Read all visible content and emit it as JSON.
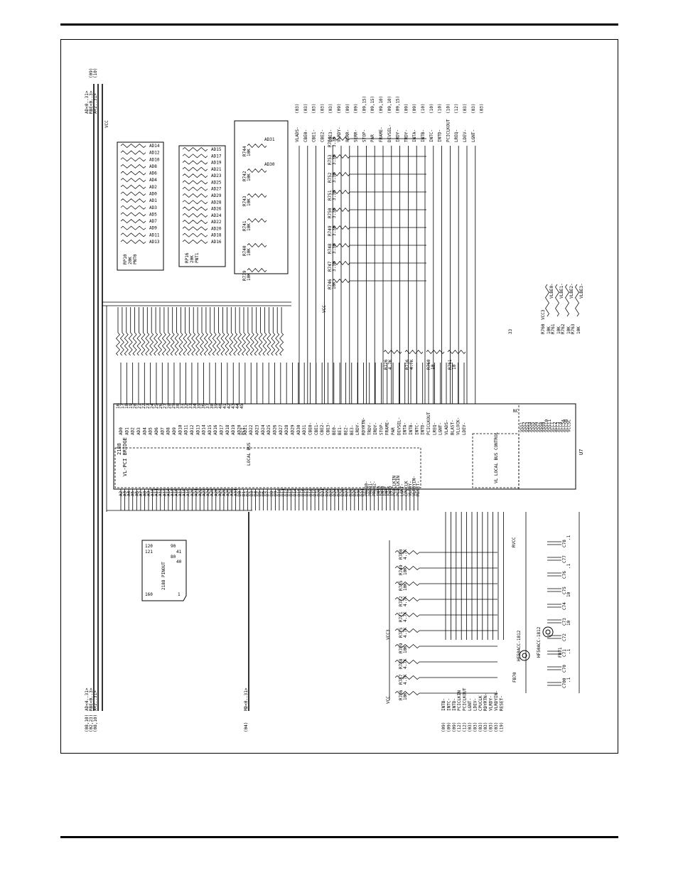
{
  "chip": {
    "name": "2188",
    "title": "VL-PCI BRIDGE",
    "ref": "U7",
    "pinout_label": "2188 PINOUT",
    "pinout_corners": [
      "120",
      "121",
      "160",
      "1",
      "90",
      "41",
      "80",
      "40"
    ],
    "sections": [
      "LOCAL BUS",
      "VL LOCAL BUS CONTROL"
    ],
    "local_bus_note": "PCI"
  },
  "left_pins": [
    "AD0",
    "AD1",
    "AD2",
    "AD3",
    "AD4",
    "AD5",
    "AD6",
    "AD7",
    "AD8",
    "AD9",
    "AD10",
    "AD11",
    "AD12",
    "AD13",
    "AD14",
    "AD15",
    "AD16",
    "AD17",
    "AD18",
    "AD19",
    "AD20",
    "AD21",
    "AD22",
    "AD23",
    "AD24",
    "AD25",
    "AD26",
    "AD27",
    "AD28",
    "AD29",
    "AD30",
    "AD31",
    "CBE0-",
    "CBE1-",
    "CBE2-",
    "CBE3-",
    "BE0-",
    "BE1-",
    "BE2-",
    "BE3-",
    "LRDY-",
    "RDYRTN-",
    "TRDY-",
    "IRDY-",
    "STOP-",
    "FRAME-",
    "PAR",
    "DEVSEL-",
    "INTA-",
    "INTB-",
    "INTC-",
    "INTD-",
    "PCICLKOUT",
    "LREQ-",
    "LGNT-",
    "VLADS-",
    "BLAST-",
    "VLLOCK-",
    "LDEV-"
  ],
  "right_pins": [
    "A2",
    "A3",
    "A4",
    "A5",
    "A6",
    "A7",
    "A8",
    "A9",
    "A10",
    "A11",
    "A12",
    "A13",
    "A14",
    "A15",
    "A16",
    "A17",
    "A18",
    "A19",
    "A20",
    "A21",
    "A22",
    "A23",
    "A24",
    "A25",
    "A26",
    "A27",
    "A28",
    "A29",
    "A30",
    "A31",
    "D0",
    "D1",
    "D2",
    "D3",
    "D4",
    "D5",
    "D6",
    "D7",
    "D8",
    "D9",
    "D10",
    "D11",
    "D12",
    "D13",
    "D14",
    "D15",
    "D16",
    "D17",
    "D18",
    "D19",
    "D20",
    "D21",
    "D22",
    "D23",
    "D24",
    "D25",
    "D26",
    "D27",
    "D28",
    "D29",
    "D30",
    "D31",
    "PREQ0-",
    "PREQ1-",
    "PREQ2-",
    "INTA",
    "INTB",
    "INTC",
    "INTD",
    "PCICLKIN",
    "PCICLKIN",
    "LGNT-",
    "CPUCLK",
    "VLRDY-",
    "VLRDYIN-",
    "RESET-"
  ],
  "power_pins": [
    "VSS1",
    "VSS2",
    "VSS3",
    "VSS4",
    "VSS5",
    "VSS6",
    "VSS7",
    "VSS8",
    "VSS9",
    "VSS10",
    "VSS11",
    "VCC1",
    "VCC2",
    "VCC3",
    "VCC4",
    "VCC5A",
    "VCC5B",
    "VCC5C"
  ],
  "bus_labels": {
    "top_right": [
      "AD<0..31>",
      "RBE<0..3>",
      "A<2..31>",
      "MD<0..31>"
    ],
    "bottom_left": [
      "AD<4..31>",
      "RBE<0..3>",
      "A<2..31>"
    ],
    "refs": [
      "(08,10)",
      "(02,23)",
      "(08,10)",
      "(04)",
      "(09)",
      "(10)"
    ]
  },
  "rpacks": [
    {
      "ref": "RP10",
      "value": "20K",
      "type": "PNT0",
      "nets": [
        "AD14",
        "AD12",
        "AD10",
        "AD8",
        "AD6",
        "AD4",
        "AD2",
        "AD0",
        "AD1",
        "AD3",
        "AD5",
        "AD7",
        "AD9",
        "AD11",
        "AD13"
      ]
    },
    {
      "ref": "RP16",
      "value": "20K",
      "type": "PNT1",
      "nets": [
        "AD15",
        "AD17",
        "AD19",
        "AD21",
        "AD23",
        "AD25",
        "AD27",
        "AD29",
        "AD28",
        "AD26",
        "AD24",
        "AD22",
        "AD20",
        "AD18",
        "AD16"
      ]
    }
  ],
  "top_resistors": [
    {
      "ref": "R744",
      "value": "10K",
      "net": "AD31"
    },
    {
      "ref": "R742",
      "value": "10K",
      "net": "AD30"
    },
    {
      "ref": "R743",
      "value": "10K",
      "net": ""
    },
    {
      "ref": "R741",
      "value": "10K",
      "net": ""
    },
    {
      "ref": "R740",
      "value": "10K",
      "net": ""
    },
    {
      "ref": "R739",
      "value": "10K",
      "net": ""
    }
  ],
  "pullups": [
    {
      "ref": "R746",
      "value": "10K"
    },
    {
      "ref": "R747",
      "value": "3.3K"
    },
    {
      "ref": "R748",
      "value": "3.3K"
    },
    {
      "ref": "R749",
      "value": "3.3K"
    },
    {
      "ref": "R750",
      "value": "3.3K"
    },
    {
      "ref": "R751",
      "value": "3.3K"
    },
    {
      "ref": "R752",
      "value": "3.3K"
    },
    {
      "ref": "R753",
      "value": "3.3K"
    },
    {
      "ref": "R754",
      "value": "3.3K"
    }
  ],
  "right_signals": [
    "VLADS-",
    "CBE0-",
    "CBE1-",
    "CBE2-",
    "CBE3-",
    "VLRDY-",
    "PERR-",
    "SERR-",
    "STOP-",
    "PAR",
    "FRAME-",
    "DEVSEL-",
    "IRDY-",
    "TRDY-",
    "INTA-",
    "INTB-",
    "INTC-",
    "INTD-",
    "PCICLKOUT",
    "LREQ-",
    "LDEV-",
    "LGNT-"
  ],
  "right_refs": [
    "(03)",
    "(03)",
    "(03)",
    "(03)",
    "(03)",
    "(09)",
    "(09)",
    "(09)",
    "(09,15)",
    "(09,15)",
    "(09,10)",
    "(09,10)",
    "(09,15)",
    "(09)",
    "(09)",
    "(10)",
    "(10)",
    "(10)",
    "(10)",
    "(12)",
    "(03)",
    "(03)",
    "(03)"
  ],
  "series_resistors": [
    {
      "ref": "R726",
      "value": "4.7K"
    },
    {
      "ref": "R716",
      "value": "4.7K"
    },
    {
      "ref": "R760",
      "value": "10"
    },
    {
      "ref": "R761",
      "value": "10"
    }
  ],
  "bottom_resistors": [
    {
      "ref": "R756",
      "value": "10K"
    },
    {
      "ref": "R757",
      "value": "4.7K"
    },
    {
      "ref": "R758",
      "value": "4.7K"
    },
    {
      "ref": "R759",
      "value": "10K"
    },
    {
      "ref": "R775",
      "value": "4.7K"
    },
    {
      "ref": "R771",
      "value": "4.7K"
    },
    {
      "ref": "R772",
      "value": "4.7K"
    },
    {
      "ref": "R755",
      "value": "10K"
    },
    {
      "ref": "R749",
      "value": "10K"
    },
    {
      "ref": "R750",
      "value": "4.7K"
    }
  ],
  "vl_resistors": [
    {
      "ref": "R760",
      "value": "10K",
      "net": "VLBE0-"
    },
    {
      "ref": "R761",
      "value": "10K",
      "net": "VLBE1-"
    },
    {
      "ref": "R762",
      "value": "10K",
      "net": "VLBE2-"
    },
    {
      "ref": "R763",
      "value": "10K",
      "net": "VLBE3-"
    }
  ],
  "ferrites": [
    {
      "ref": "FB70",
      "part": "HF50ACC-1812"
    },
    {
      "ref": "FB71",
      "part": "HF50ACC-1812"
    }
  ],
  "capacitors": [
    "C700",
    "C70",
    "C71",
    "C72",
    "C73",
    "C74",
    "C75",
    "C76",
    "C77",
    "C78"
  ],
  "cap_values": [
    ".1",
    ".1",
    "10",
    "10",
    ".1",
    ".1"
  ],
  "supply_labels": [
    "VCC",
    "VCC3",
    "RVCC",
    "VCC3"
  ],
  "left_edge_signals": [
    "INTB-",
    "INTC-",
    "INTD-",
    "PCICLKIN",
    "PCICLKOUT",
    "LGNT-",
    "LDEV-",
    "CPUCLK",
    "RDYRTN-",
    "VLRDY-",
    "VLRDYIN-",
    "RESET-"
  ],
  "left_edge_refs": [
    "(09)",
    "(09)",
    "(09)",
    "(12)",
    "(12)",
    "(03)",
    "(03)",
    "(03)",
    "(03)",
    "(03)",
    "(03)",
    "(19)"
  ],
  "pin_numbers": [
    "16",
    "17",
    "18",
    "19",
    "20",
    "21",
    "22",
    "23",
    "24",
    "25",
    "26",
    "27",
    "28",
    "29",
    "30",
    "31",
    "32",
    "33",
    "34",
    "35",
    "36",
    "37",
    "38",
    "39",
    "40",
    "41",
    "42",
    "43",
    "44",
    "45"
  ],
  "misc": [
    "33",
    "VCC",
    "NC"
  ]
}
